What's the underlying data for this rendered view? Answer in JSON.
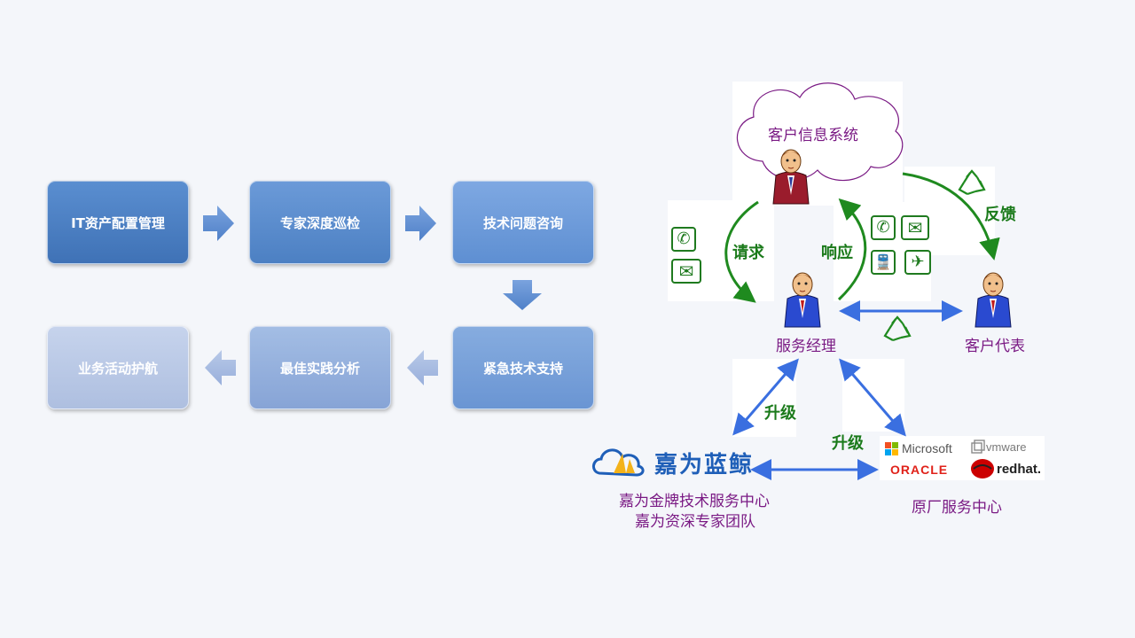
{
  "flow": {
    "steps": [
      "IT资产配置管理",
      "专家深度巡检",
      "技术问题咨询",
      "紧急技术支持",
      "最佳实践分析",
      "业务活动护航"
    ]
  },
  "diagram": {
    "cloud_label": "客户信息系统",
    "request_label": "请求",
    "response_label": "响应",
    "feedback_label": "反馈",
    "service_manager_label": "服务经理",
    "customer_rep_label": "客户代表",
    "escalate_left_label": "升级",
    "escalate_right_label": "升级",
    "jiawei_logo_text": "嘉为蓝鲸",
    "jiawei_center_line1": "嘉为金牌技术服务中心",
    "jiawei_center_line2": "嘉为资深专家团队",
    "vendor_center_label": "原厂服务中心",
    "vendor_logos": {
      "microsoft": "Microsoft",
      "vmware": "vmware",
      "oracle": "ORACLE",
      "redhat": "redhat."
    },
    "colors": {
      "purple_text": "#7a1a84",
      "green_text": "#1a7a1a",
      "blue_arrow": "#3a6fe0",
      "green_arrow": "#1f8a1f"
    }
  }
}
